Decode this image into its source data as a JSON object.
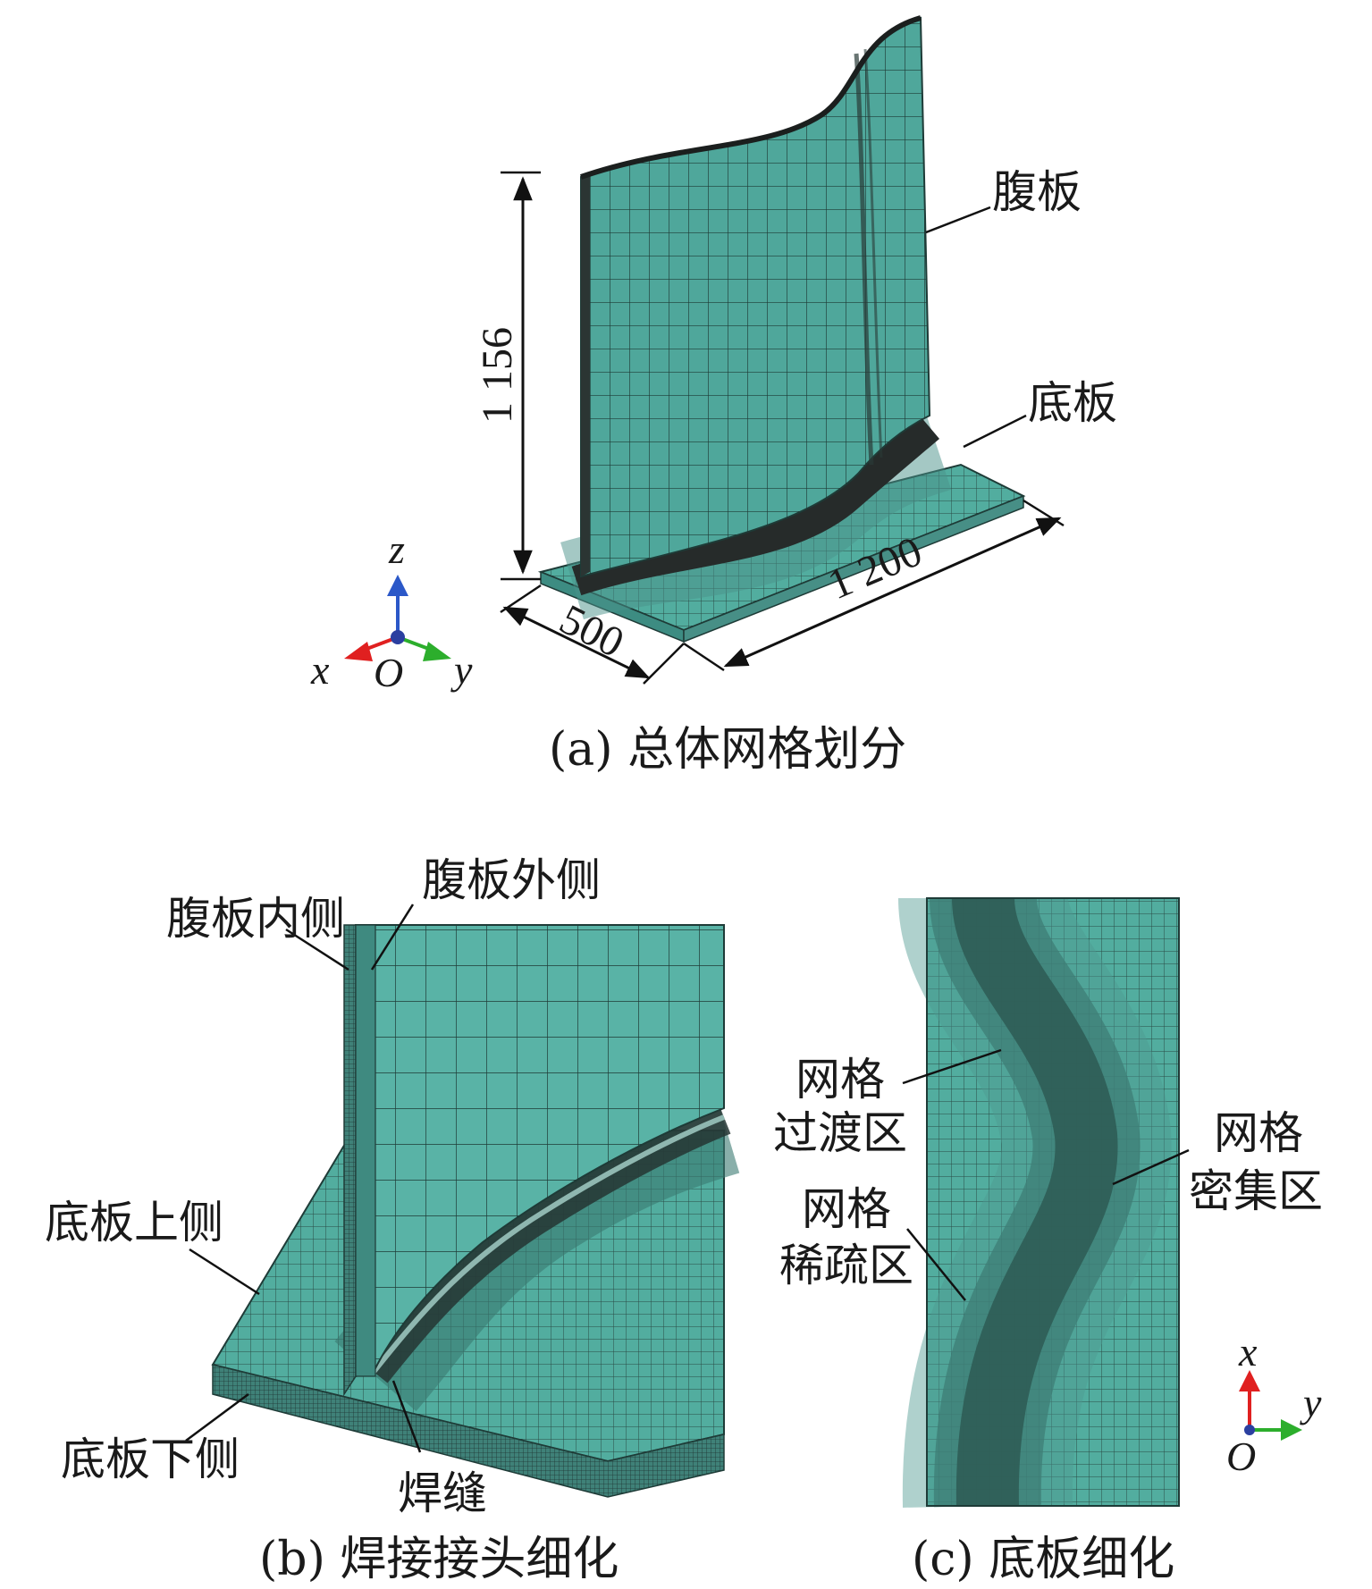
{
  "panels": {
    "a": {
      "caption": "(a) 总体网格划分",
      "labels": {
        "web": "腹板",
        "base": "底板"
      },
      "dimensions": {
        "height": "1 156",
        "length": "1 200",
        "width": "500"
      },
      "axes": {
        "z": "z",
        "x": "x",
        "origin": "O",
        "y": "y"
      }
    },
    "b": {
      "caption": "(b) 焊接接头细化",
      "labels": {
        "web_inner": "腹板内侧",
        "web_outer": "腹板外侧",
        "base_top": "底板上侧",
        "base_bottom": "底板下侧",
        "weld": "焊缝"
      }
    },
    "c": {
      "caption": "(c) 底板细化",
      "labels": {
        "transition_1": "网格",
        "transition_2": "过渡区",
        "dense_1": "网格",
        "dense_2": "密集区",
        "sparse_1": "网格",
        "sparse_2": "稀疏区"
      },
      "axes": {
        "x": "x",
        "y": "y",
        "origin": "O"
      }
    }
  },
  "colors": {
    "mesh_fill": "#4fa79b",
    "mesh_fill_light": "#5cb8ab",
    "mesh_line": "#1e3b37",
    "dense": "#24302e",
    "axis_x": "#e02020",
    "axis_y": "#2cae2c",
    "axis_z": "#2b58c8",
    "origin": "#2b3fa0"
  }
}
